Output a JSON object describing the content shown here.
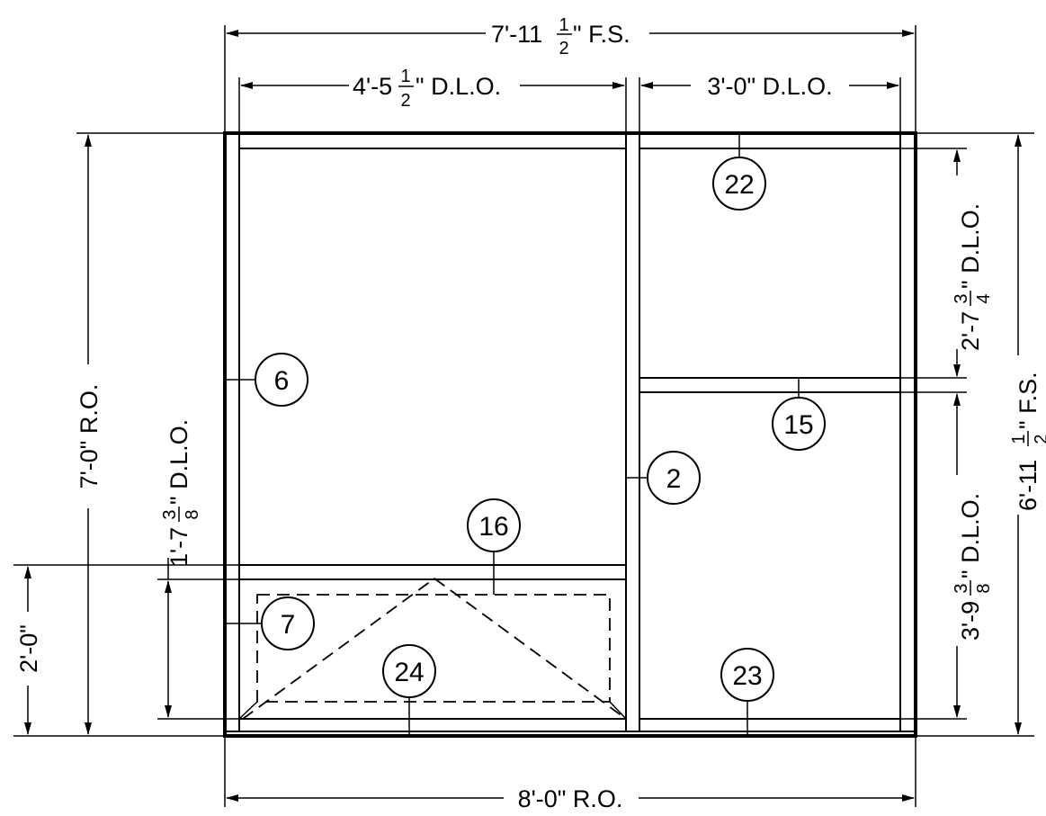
{
  "dimensions": {
    "frame_width": "7'-11",
    "frame_width_frac_num": "1",
    "frame_width_frac_den": "2",
    "frame_width_suffix": "\" F.S.",
    "dlo_left": "4'-5",
    "dlo_left_frac_num": "1",
    "dlo_left_frac_den": "2",
    "dlo_left_suffix": "\" D.L.O.",
    "dlo_right": "3'-0\" D.L.O.",
    "ro_width": "8'-0\" R.O.",
    "ro_height": "7'-0\" R.O.",
    "sill_height": "2'-0\"",
    "dlo_vent": "1'-7",
    "dlo_vent_frac_num": "3",
    "dlo_vent_frac_den": "8",
    "dlo_vent_suffix": "\" D.L.O.",
    "dlo_upper_right": "2'-7",
    "dlo_upper_right_frac_num": "3",
    "dlo_upper_right_frac_den": "4",
    "dlo_upper_right_suffix": "\" D.L.O.",
    "dlo_lower_right": "3'-9",
    "dlo_lower_right_frac_num": "3",
    "dlo_lower_right_frac_den": "8",
    "dlo_lower_right_suffix": "\" D.L.O.",
    "frame_height": "6'-11",
    "frame_height_frac_num": "1",
    "frame_height_frac_den": "2",
    "frame_height_suffix": "\" F.S."
  },
  "callouts": {
    "c22": "22",
    "c6": "6",
    "c15": "15",
    "c2": "2",
    "c16": "16",
    "c7": "7",
    "c24": "24",
    "c23": "23"
  }
}
